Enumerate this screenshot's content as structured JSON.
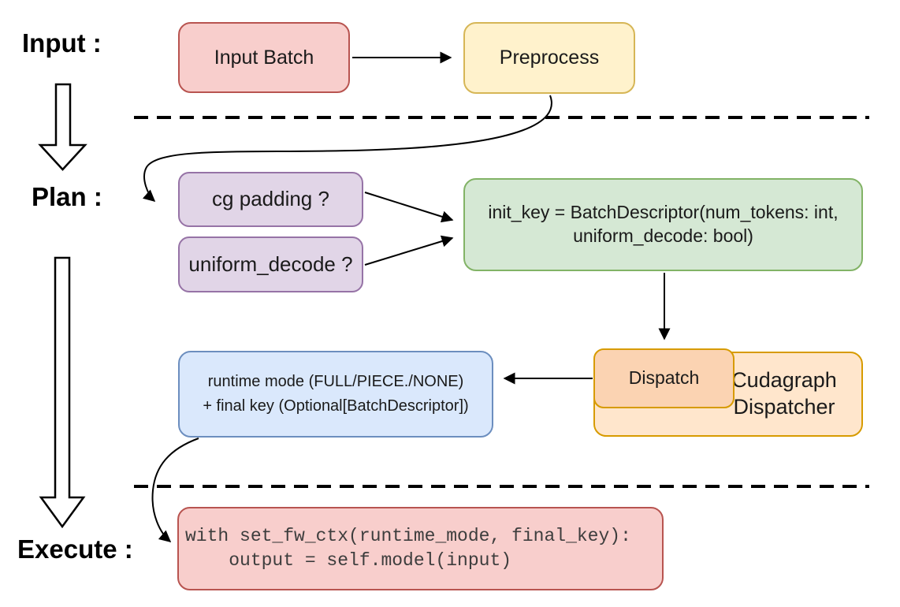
{
  "diagram": {
    "stage_labels": {
      "input": "Input :",
      "plan": "Plan :",
      "execute": "Execute :"
    },
    "nodes": {
      "input_batch": {
        "label": "Input Batch"
      },
      "preprocess": {
        "label": "Preprocess"
      },
      "cg_padding": {
        "label": "cg padding ?"
      },
      "uniform_decode": {
        "label": "uniform_decode ?"
      },
      "init_key": {
        "line1": "init_key = BatchDescriptor(num_tokens: int,",
        "line2": "uniform_decode: bool)"
      },
      "dispatch": {
        "label": "Dispatch"
      },
      "cudagraph_dispatcher": {
        "label": "Cudagraph Dispatcher"
      },
      "runtime_mode": {
        "line1": "runtime mode (FULL/PIECE./NONE)",
        "line2": "+ final key (Optional[BatchDescriptor])"
      },
      "execute_code": {
        "line1": "with set_fw_ctx(runtime_mode, final_key):",
        "line2": "    output = self.model(input)"
      }
    },
    "colors": {
      "red-fill": "#f8cecc",
      "red-stroke": "#b85450",
      "yellow-fill": "#fff2cc",
      "yellow-stroke": "#d6b656",
      "purple-fill": "#e1d5e7",
      "purple-stroke": "#9673a6",
      "green-fill": "#d5e8d4",
      "green-stroke": "#82b366",
      "blue-fill": "#dae8fc",
      "blue-stroke": "#6c8ebf",
      "orange-fill": "#ffe6cc",
      "orange-stroke": "#d79b00",
      "dispatch-fill": "#fbd3b2",
      "line": "#000000"
    }
  }
}
